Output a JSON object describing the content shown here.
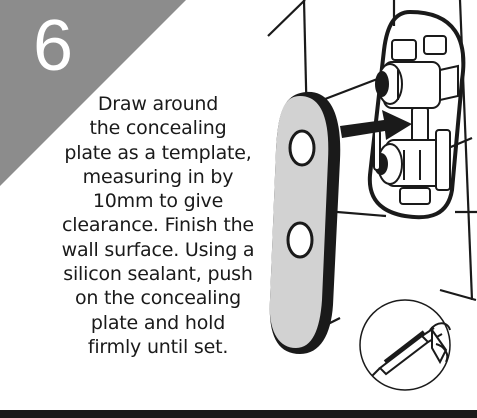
{
  "step": {
    "number": "6",
    "lines": [
      "Draw around",
      "the concealing",
      "plate as a template,",
      "measuring in by",
      "10mm to give",
      "clearance. Finish the",
      "wall surface. Using a",
      "silicon sealant, push",
      "on the concealing",
      "plate and hold",
      "firmly until set."
    ]
  },
  "colors": {
    "badge": "#8c8c8c",
    "ink": "#1a1a1a",
    "background": "#ffffff"
  },
  "icons": [
    "concealing-plate-icon",
    "valve-icon",
    "insertion-arrow-icon",
    "sealant-gun-icon"
  ]
}
